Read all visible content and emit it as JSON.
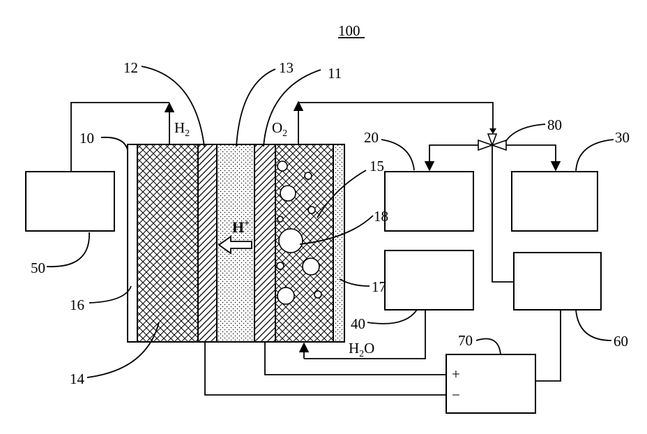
{
  "title": "100",
  "labels": {
    "l10": "10",
    "l11": "11",
    "l12": "12",
    "l13": "13",
    "l14": "14",
    "l15": "15",
    "l16": "16",
    "l17": "17",
    "l18": "18",
    "l20": "20",
    "l30": "30",
    "l40": "40",
    "l50": "50",
    "l60": "60",
    "l70": "70",
    "l80": "80"
  },
  "gases": {
    "h2_main": "H",
    "h2_sub": "2",
    "o2_main": "O",
    "o2_sub": "2",
    "proton_main": "H",
    "proton_sup": "+",
    "water_h": "H",
    "water_sub": "2",
    "water_o": "O"
  },
  "power_supply": {
    "plus": "+",
    "minus": "−"
  }
}
